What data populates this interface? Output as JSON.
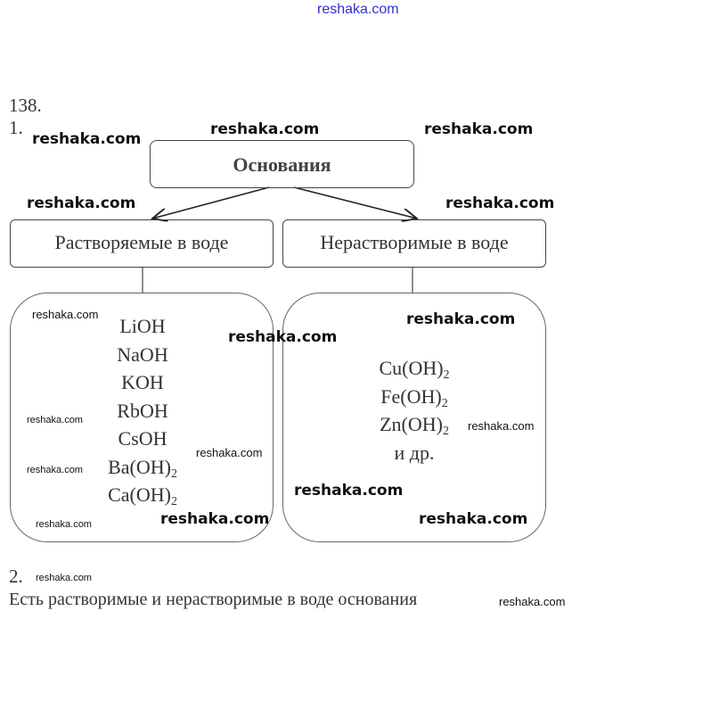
{
  "header_watermark": "reshaka.com",
  "task_number": "138.",
  "part1_label": "1.",
  "diagram": {
    "root": "Основания",
    "left_category": "Растворяемые в воде",
    "right_category": "Нерастворимые в воде",
    "left_items": [
      {
        "base": "LiOH",
        "sub": ""
      },
      {
        "base": "NaOH",
        "sub": ""
      },
      {
        "base": "KOH",
        "sub": ""
      },
      {
        "base": "RbOH",
        "sub": ""
      },
      {
        "base": "CsOH",
        "sub": ""
      },
      {
        "base": "Ba(OH)",
        "sub": "2"
      },
      {
        "base": "Ca(OH)",
        "sub": "2"
      }
    ],
    "right_items": [
      {
        "base": "Cu(OH)",
        "sub": "2"
      },
      {
        "base": "Fe(OH)",
        "sub": "2"
      },
      {
        "base": "Zn(OH)",
        "sub": "2"
      },
      {
        "base": "и др.",
        "sub": ""
      }
    ]
  },
  "part2_label": "2.",
  "answer": "Есть растворимые и нерастворимые в воде основания",
  "watermarks": [
    "reshaka.com",
    "reshaka.com",
    "reshaka.com",
    "reshaka.com",
    "reshaka.com",
    "reshaka.com",
    "reshaka.com",
    "reshaka.com",
    "reshaka.com",
    "reshaka.com"
  ],
  "small_watermarks": [
    "reshaka.com",
    "reshaka.com",
    "reshaka.com",
    "reshaka.com",
    "reshaka.com",
    "reshaka.com",
    "reshaka.com",
    "reshaka.com"
  ]
}
